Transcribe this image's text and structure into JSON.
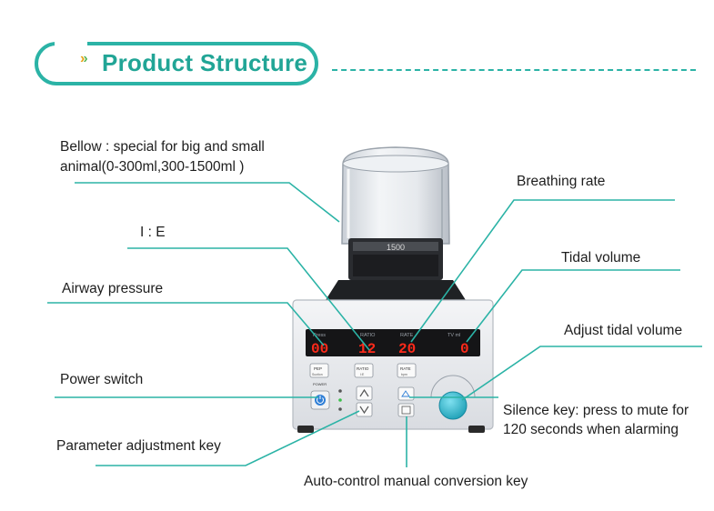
{
  "header": {
    "title": "Product Structure",
    "accent_color": "#2bb3a6"
  },
  "labels": {
    "bellow_line1": "Bellow : special for big and small",
    "bellow_line2": "animal(0-300ml,300-1500ml )",
    "ie": "I : E",
    "airway_pressure": "Airway pressure",
    "power_switch": "Power switch",
    "parameter_adjustment": "Parameter adjustment key",
    "breathing_rate": "Breathing rate",
    "tidal_volume": "Tidal volume",
    "adjust_tidal_volume": "Adjust tidal volume",
    "silence_line1": "Silence key: press to mute for",
    "silence_line2": "120 seconds when alarming",
    "auto_control": "Auto-control manual conversion key"
  },
  "device": {
    "bellow_scale": "1500",
    "display_labels": {
      "press": "Press",
      "ratio": "RATIO",
      "rate": "RATE",
      "tv": "TV ml"
    },
    "display_values": {
      "press": "00",
      "ratio": "12",
      "rate": "20",
      "tv": "0"
    },
    "buttons": {
      "pep": "PEP",
      "pep_sub": "Suction",
      "ratio": "RATIO",
      "ratio_sub": "I:E",
      "rate": "RATE",
      "rate_sub": "bpm",
      "power": "POWER"
    },
    "led_color": "#ff2a1a"
  }
}
